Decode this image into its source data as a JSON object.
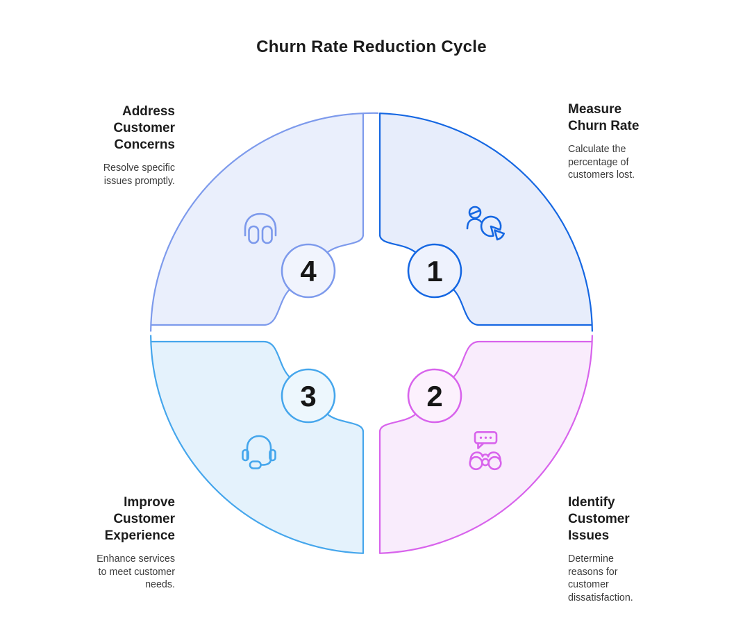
{
  "title": "Churn Rate Reduction Cycle",
  "colors": {
    "background": "#ffffff",
    "heading_text": "#1c1c1c",
    "body_text": "#3b3b3b",
    "badge_number": "#161616"
  },
  "steps": [
    {
      "number": "1",
      "heading": "Measure\nChurn Rate",
      "description": "Calculate the\npercentage of\ncustomers lost.",
      "icon": "user-pie-chart",
      "stroke": "#1567e2",
      "fill": "#e7edfb",
      "badge_fill": "#eef2fd"
    },
    {
      "number": "2",
      "heading": "Identify\nCustomer\nIssues",
      "description": "Determine\nreasons for\ncustomer\ndissatisfaction.",
      "icon": "binoculars-chat",
      "stroke": "#d863ec",
      "fill": "#f9ecfc",
      "badge_fill": "#fcf1fd"
    },
    {
      "number": "3",
      "heading": "Improve\nCustomer\nExperience",
      "description": "Enhance services\nto meet customer\nneeds.",
      "icon": "headset-mic",
      "stroke": "#45a6ec",
      "fill": "#e4f2fc",
      "badge_fill": "#edf7fd"
    },
    {
      "number": "4",
      "heading": "Address\nCustomer\nConcerns",
      "description": "Resolve specific\nissues promptly.",
      "icon": "headphones",
      "stroke": "#7d9aec",
      "fill": "#eaeffc",
      "badge_fill": "#f1f4fd"
    }
  ]
}
